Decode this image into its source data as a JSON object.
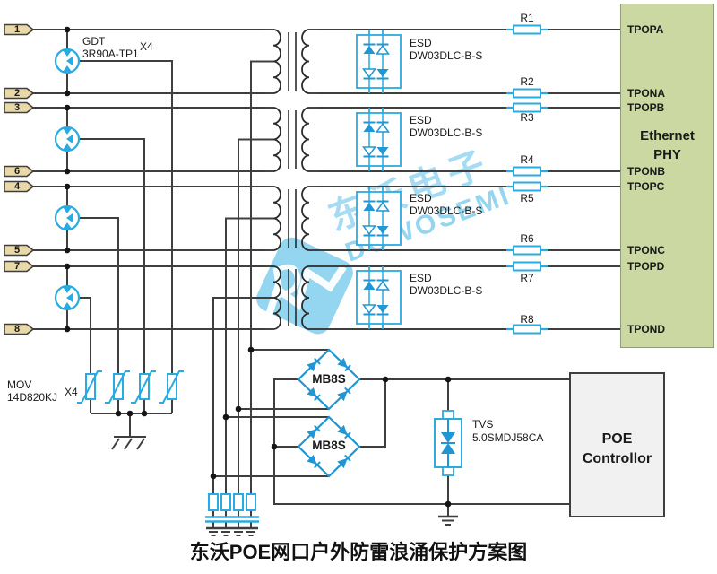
{
  "title": "东沃POE网口户外防雷浪涌保护方案图",
  "watermark": {
    "logo_letter": "D",
    "cn": "东沃电子",
    "en": "DOWOSEMI"
  },
  "pins": [
    "1",
    "2",
    "3",
    "6",
    "4",
    "5",
    "7",
    "8"
  ],
  "gdt": {
    "name": "GDT",
    "part": "3R90A-TP1",
    "qty": "X4"
  },
  "mov": {
    "name": "MOV",
    "part": "14D820KJ",
    "qty": "X4"
  },
  "esd": {
    "name": "ESD",
    "part": "DW03DLC-B-S"
  },
  "resistors": [
    "R1",
    "R2",
    "R3",
    "R4",
    "R5",
    "R6",
    "R7",
    "R8"
  ],
  "bridges": [
    "MB8S",
    "MB8S"
  ],
  "tvs": {
    "name": "TVS",
    "part": "5.0SMDJ58CA"
  },
  "phy": {
    "title_line1": "Ethernet",
    "title_line2": "PHY",
    "pins": [
      "TPOPA",
      "TPONA",
      "TPOPB",
      "TPONB",
      "TPOPC",
      "TPONC",
      "TPOPD",
      "TPOND"
    ]
  },
  "poe": {
    "line1": "POE",
    "line2": "Controllor"
  },
  "colors": {
    "wire": "#3f3f3f",
    "accent_cyan": "#29abe2",
    "component_blue": "#2196d3",
    "phy_fill": "#ccd8a2",
    "pin_fill": "#ead9a8",
    "poe_fill": "#f1f1f1",
    "title_color": "#111111"
  }
}
